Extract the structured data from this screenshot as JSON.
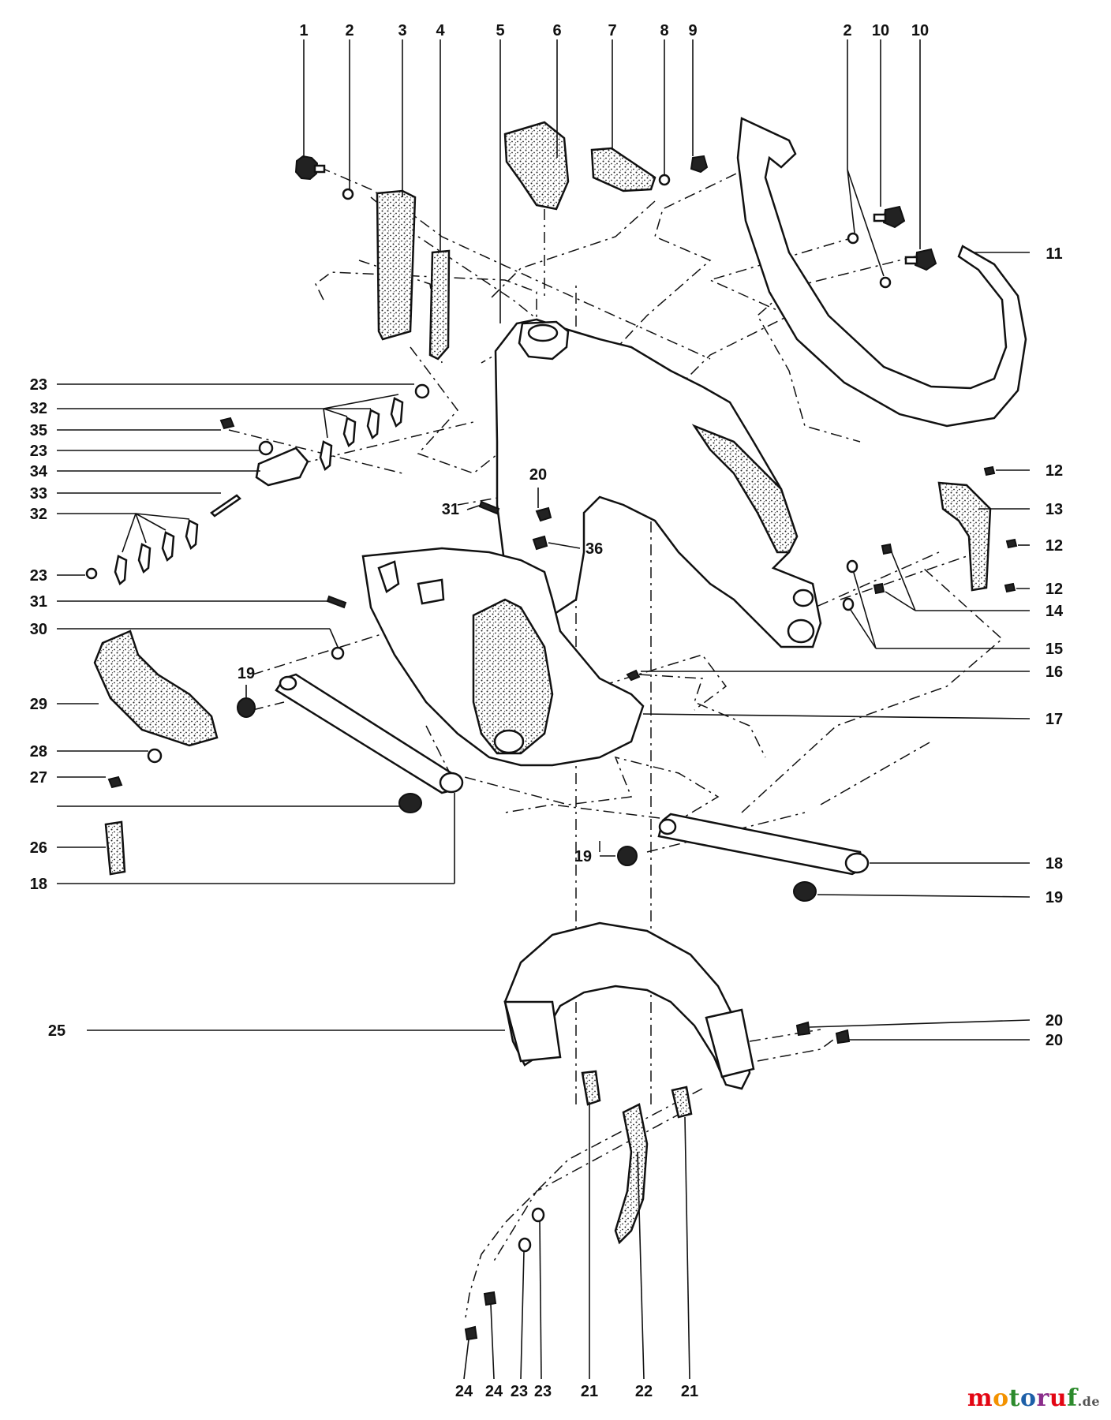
{
  "callouts": [
    "1",
    "2",
    "3",
    "4",
    "5",
    "6",
    "7",
    "8",
    "9",
    "2",
    "10",
    "10",
    "11",
    "23",
    "32",
    "35",
    "23",
    "34",
    "33",
    "32",
    "23",
    "31",
    "30",
    "29",
    "28",
    "27",
    "19",
    "26",
    "18",
    "20",
    "31",
    "36",
    "12",
    "13",
    "12",
    "12",
    "14",
    "15",
    "16",
    "17",
    "19",
    "18",
    "19",
    "25",
    "20",
    "20",
    "21",
    "22",
    "21",
    "24",
    "24",
    "23",
    "23"
  ],
  "watermark": {
    "brand": "motoruf",
    "tld": ".de",
    "colors": [
      "#e30613",
      "#f39200",
      "#2c8a2c",
      "#1d5fa8",
      "#8a2c8a",
      "#e30613",
      "#2c8a2c"
    ]
  }
}
